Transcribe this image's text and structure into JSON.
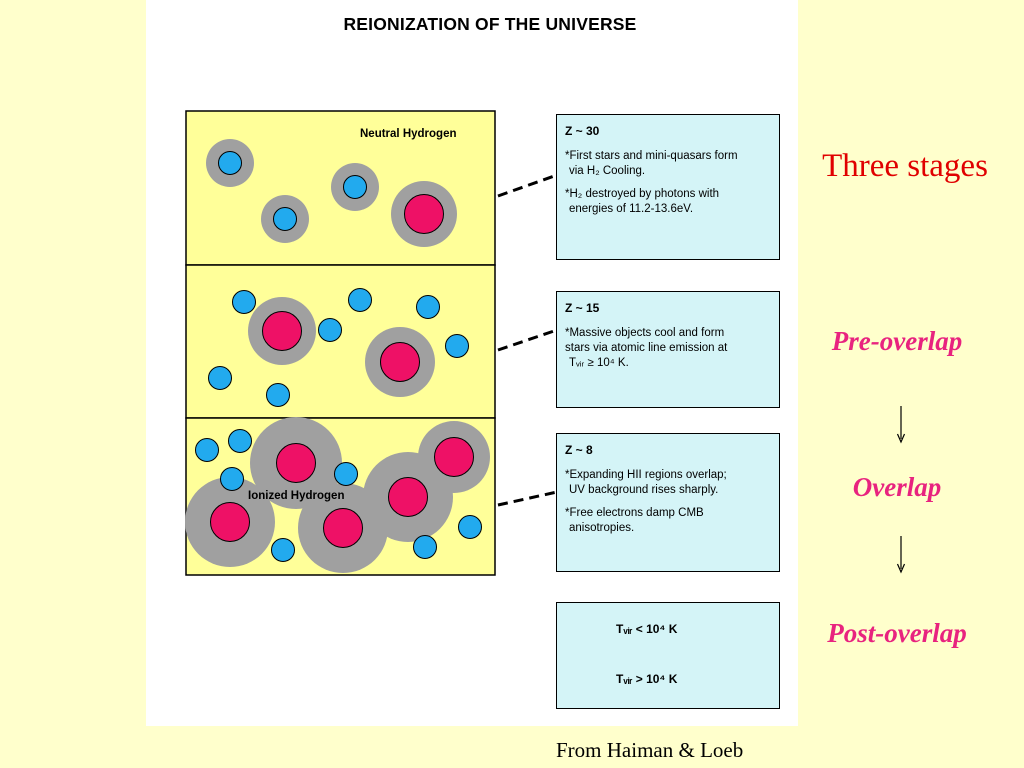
{
  "figure": {
    "title": "REIONIZATION OF THE UNIVERSE",
    "panel_labels": {
      "top": "Neutral Hydrogen",
      "bottom": "Ionized Hydrogen"
    },
    "info_boxes": [
      {
        "z": "Z ~ 30",
        "items": [
          [
            "*First stars and mini-quasars form",
            "via H₂ Cooling."
          ],
          [
            "*H₂ destroyed by photons with",
            "energies of 11.2-13.6eV."
          ]
        ]
      },
      {
        "z": "Z ~ 15",
        "items": [
          [
            "*Massive objects cool and form",
            "stars via atomic line emission at",
            "Tᵥᵢᵣ ≥ 10⁴ K."
          ]
        ]
      },
      {
        "z": "Z ~ 8",
        "items": [
          [
            "*Expanding HII regions overlap;",
            "UV background rises sharply."
          ],
          [
            "*Free electrons damp CMB",
            "anisotropies."
          ]
        ]
      }
    ],
    "legend": {
      "small": "Tᵥᵢᵣ < 10⁴ K",
      "large": "Tᵥᵢᵣ > 10⁴ K"
    },
    "colors": {
      "panel_fill": "#ffff99",
      "halo": "#a0a0a0",
      "small_halo": "#22aaee",
      "large_halo": "#ee1166",
      "info_fill": "#d4f4f7"
    }
  },
  "stages": {
    "title": "Three stages",
    "items": [
      "Pre-overlap",
      "Overlap",
      "Post-overlap"
    ],
    "arrow": "↓"
  },
  "credit": "From Haiman & Loeb"
}
